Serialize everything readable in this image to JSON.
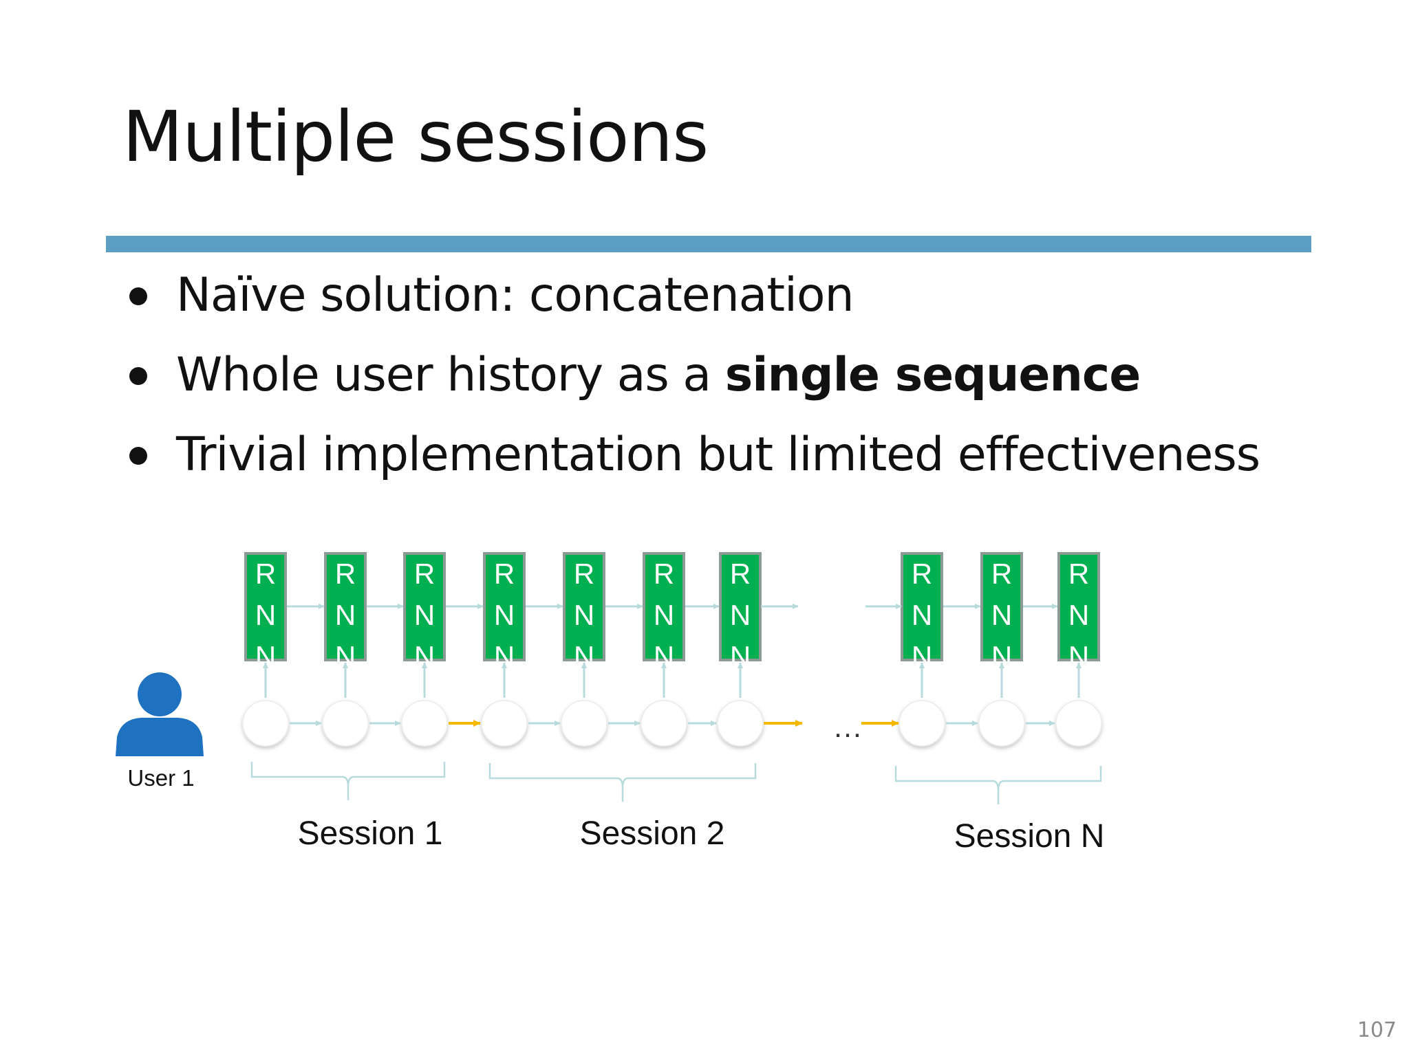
{
  "slide": {
    "title": "Multiple sessions",
    "bullets": [
      {
        "text": "Naïve solution: concatenation",
        "bold": ""
      },
      {
        "text": "Whole user history as a ",
        "bold": "single sequence"
      },
      {
        "text": "Trivial implementation but limited effectiveness",
        "bold": ""
      }
    ],
    "page_number": "107"
  },
  "diagram": {
    "user_label": "User 1",
    "rnn_letters": [
      "R",
      "N",
      "N"
    ],
    "ellipsis": "…",
    "sessions": [
      {
        "label": "Session 1",
        "items": 3
      },
      {
        "label": "Session 2",
        "items": 4
      },
      {
        "label": "Session N",
        "items": 3
      }
    ],
    "colors": {
      "rnn_fill": "#00b050",
      "rnn_border": "#8c9a94",
      "arrow": "#b7dbdc",
      "session_link_arrow": "#f5b800",
      "user_icon": "#1f72c0",
      "rule": "#5b9ec2"
    }
  }
}
